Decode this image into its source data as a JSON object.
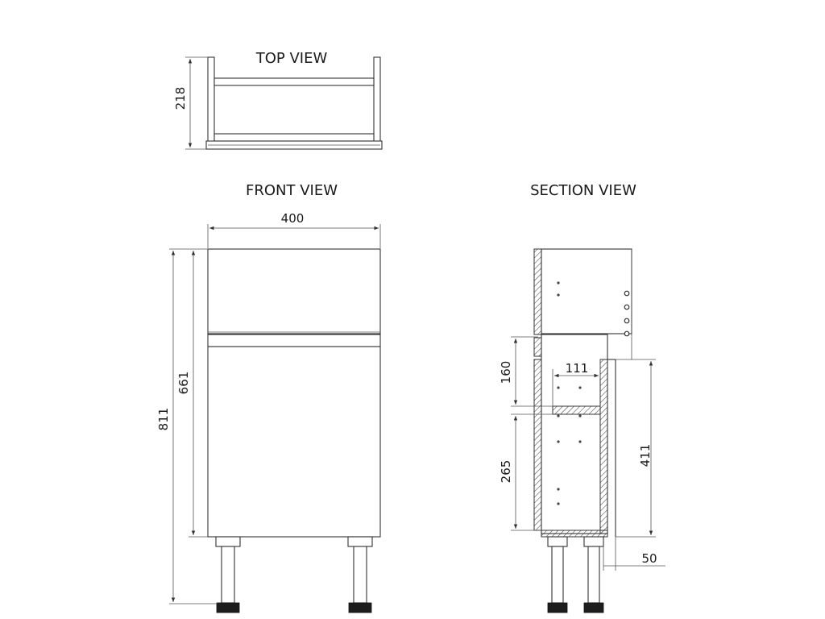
{
  "views": {
    "top": "TOP VIEW",
    "front": "FRONT VIEW",
    "section": "SECTION VIEW"
  },
  "dimensions": {
    "top_depth": "218",
    "front_width": "400",
    "front_total_height": "811",
    "front_carcass_height": "661",
    "section_upper_gap": "160",
    "section_shelf_depth": "111",
    "section_lower_gap": "265",
    "section_rear_height": "411",
    "section_plinth_setback": "50"
  },
  "colors": {
    "line": "#333333",
    "feet": "#1d1d1d",
    "background": "#ffffff"
  }
}
